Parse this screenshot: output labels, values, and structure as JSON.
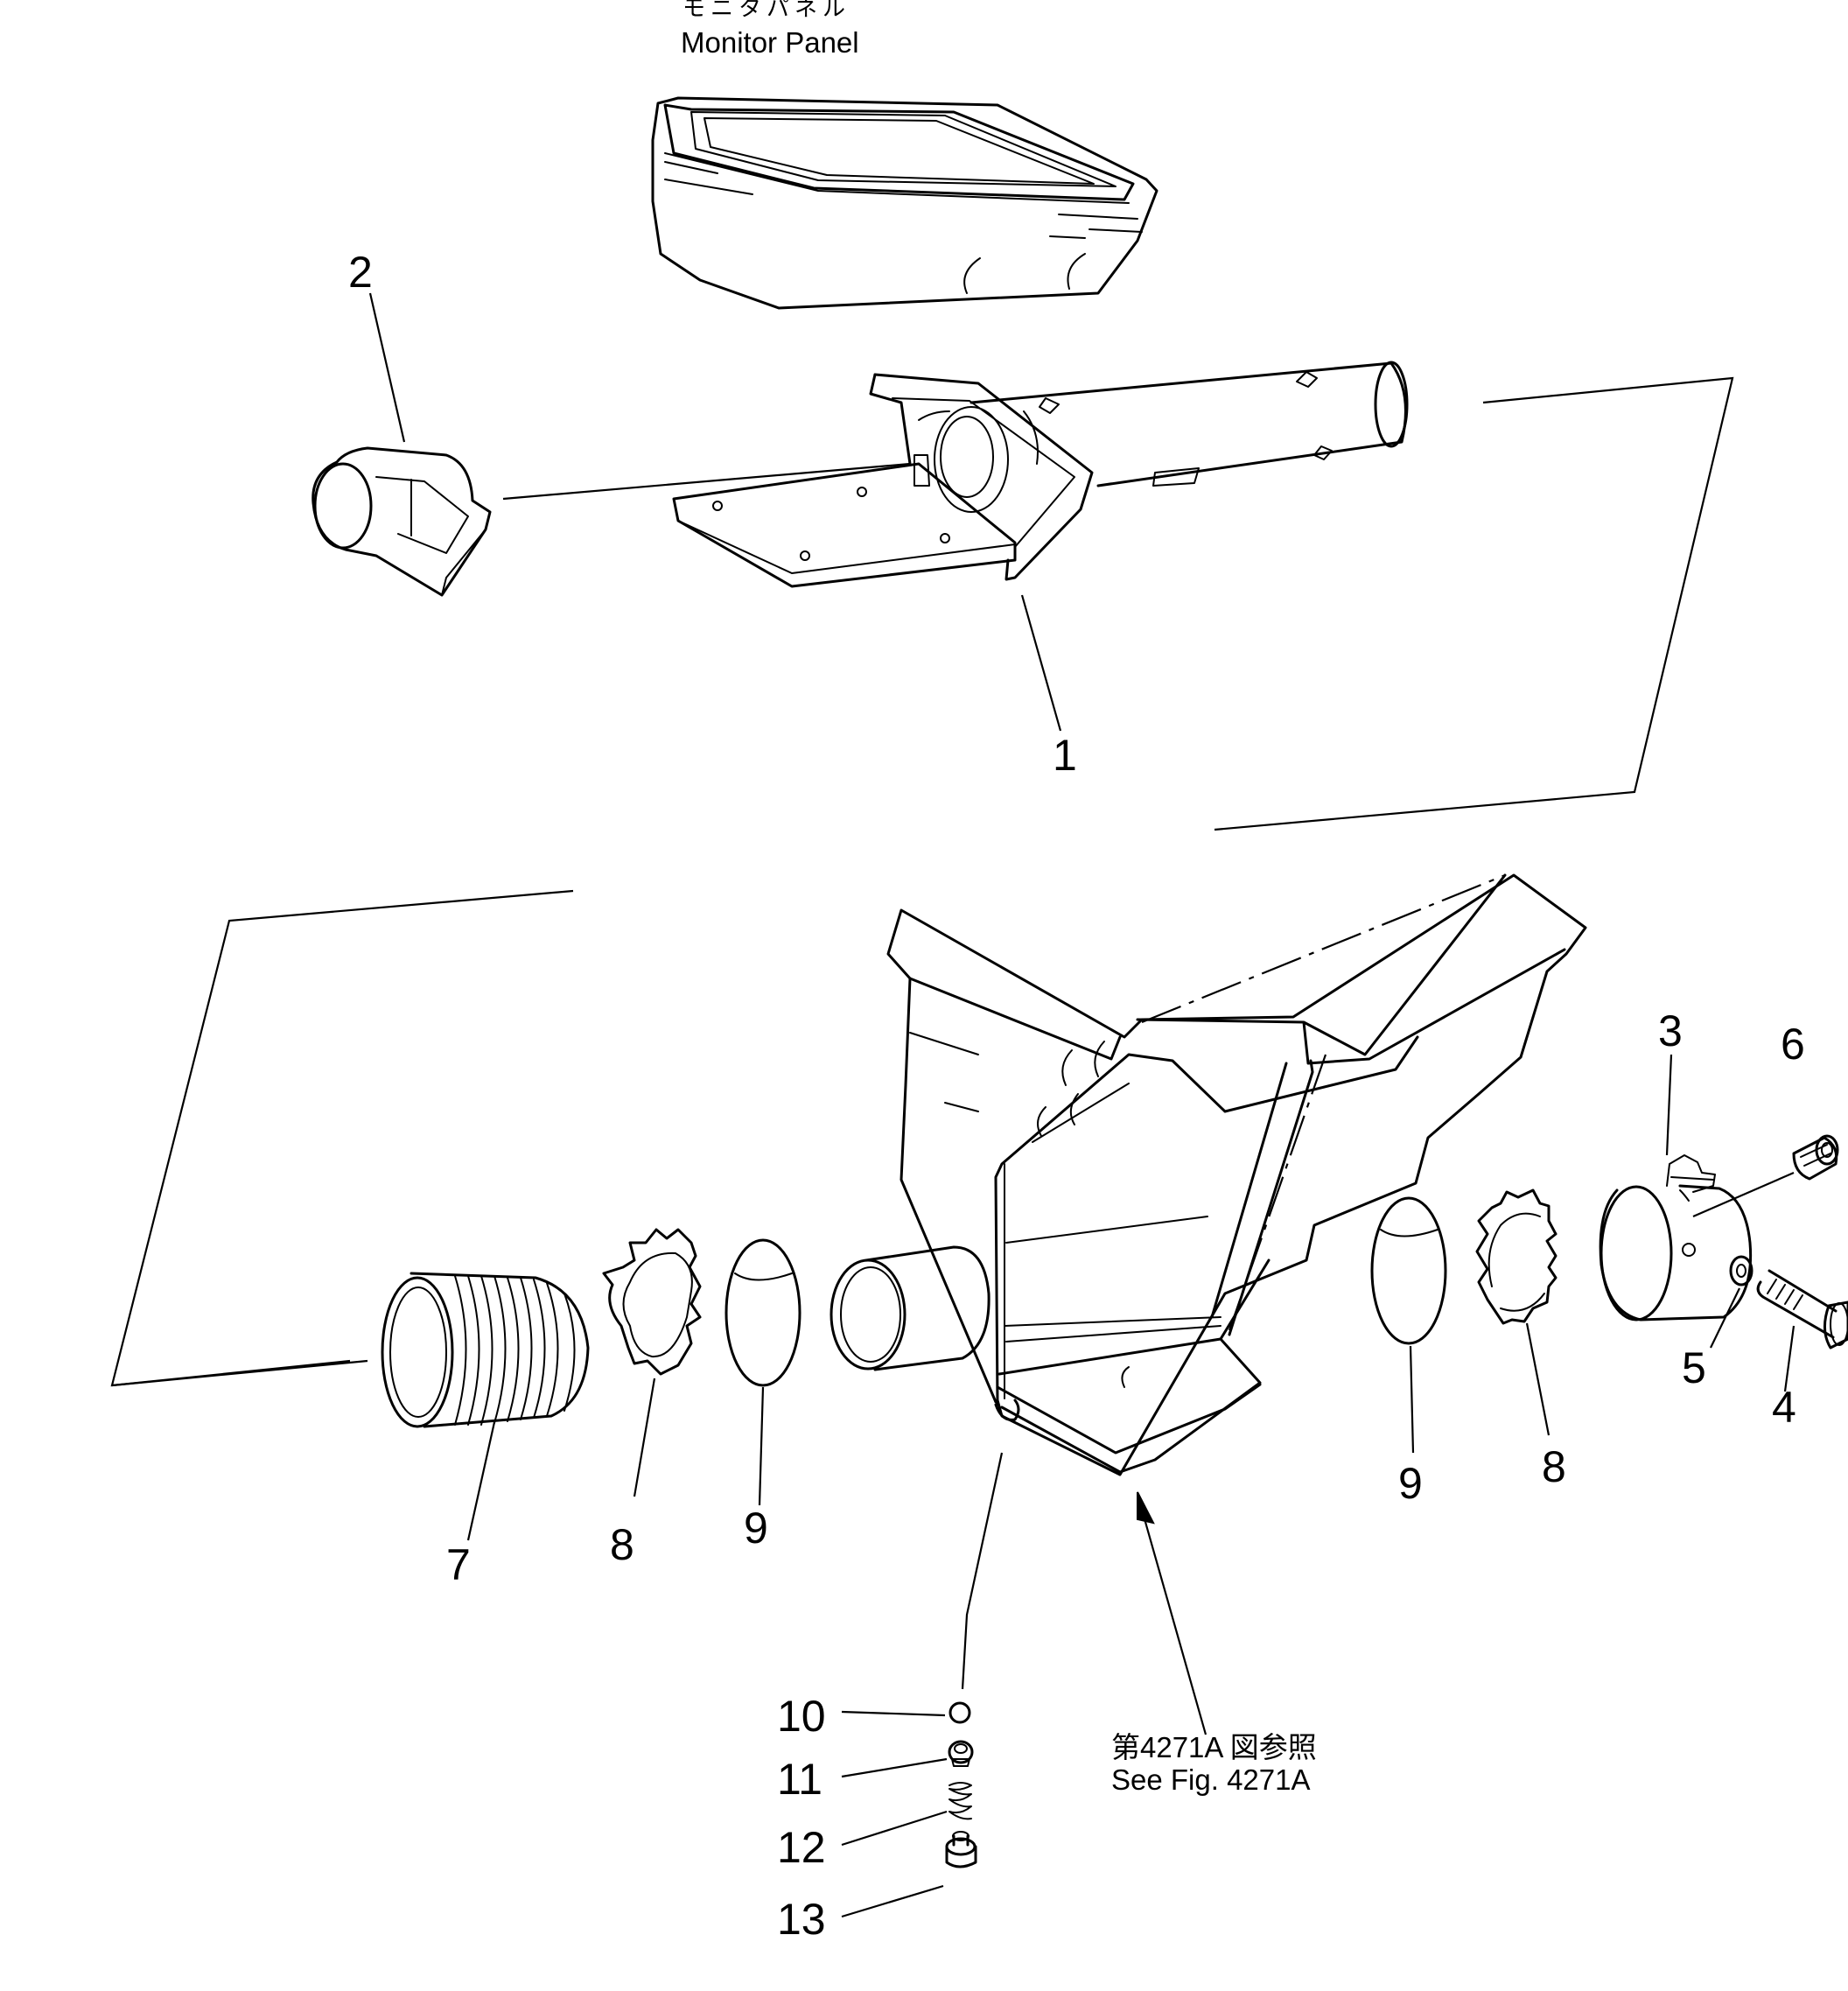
{
  "monitor_panel": {
    "label_jp": "モニタパネル",
    "label_en": "Monitor Panel"
  },
  "reference": {
    "label_jp": "第4271A 図参照",
    "label_en": "See Fig. 4271A"
  },
  "callouts": [
    {
      "id": "c1",
      "text": "1"
    },
    {
      "id": "c2",
      "text": "2"
    },
    {
      "id": "c3",
      "text": "3"
    },
    {
      "id": "c4",
      "text": "4"
    },
    {
      "id": "c5",
      "text": "5"
    },
    {
      "id": "c6",
      "text": "6"
    },
    {
      "id": "c7",
      "text": "7"
    },
    {
      "id": "c8a",
      "text": "8"
    },
    {
      "id": "c8b",
      "text": "8"
    },
    {
      "id": "c9a",
      "text": "9"
    },
    {
      "id": "c9b",
      "text": "9"
    },
    {
      "id": "c10",
      "text": "10"
    },
    {
      "id": "c11",
      "text": "11"
    },
    {
      "id": "c12",
      "text": "12"
    },
    {
      "id": "c13",
      "text": "13"
    }
  ]
}
